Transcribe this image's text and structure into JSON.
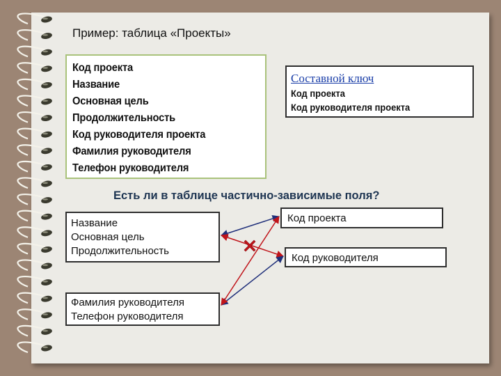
{
  "title": "Пример: таблица «Проекты»",
  "fields": [
    "Код проекта",
    "Название",
    "Основная цель",
    "Продолжительность",
    "Код руководителя проекта",
    "Фамилия руководителя",
    "Телефон руководителя"
  ],
  "composite_key": {
    "title": "Составной ключ",
    "items": [
      "Код проекта",
      "Код руководителя проекта"
    ]
  },
  "question": "Есть ли в таблице частично-зависимые поля?",
  "dependent_group_1": [
    "Название",
    "Основная цель",
    "Продолжительность"
  ],
  "dependent_group_2": [
    "Фамилия руководителя",
    "Телефон руководителя"
  ],
  "key_part_1": "Код проекта",
  "key_part_2": "Код руководителя",
  "colors": {
    "background": "#9c8574",
    "paper": "#ecebe6",
    "green_border": "#a9c27a",
    "key_title": "#1a3ea8",
    "valid_arrow": "#1f2f7a",
    "invalid_arrow": "#c0141a"
  }
}
